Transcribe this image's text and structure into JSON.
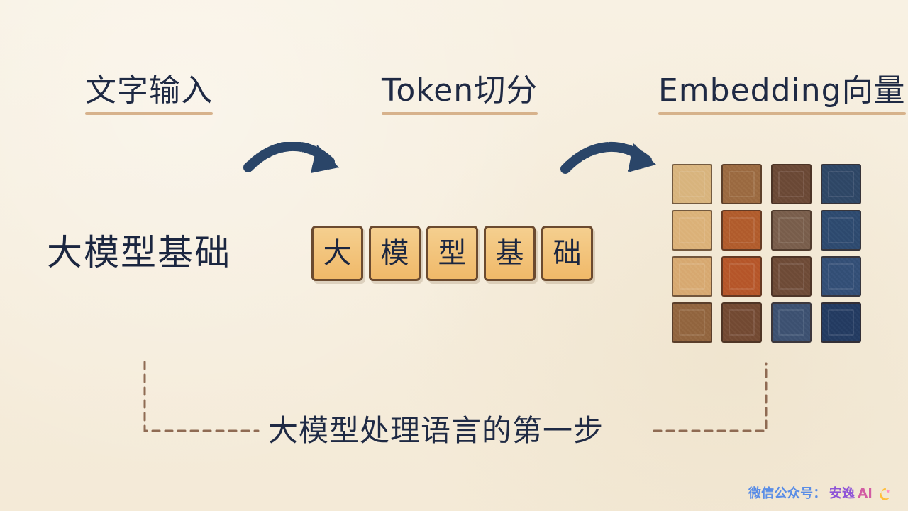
{
  "labels": {
    "text_input": "文字输入",
    "token_split": "Token切分",
    "embedding_vector": "Embedding向量"
  },
  "input_text": "大模型基础",
  "tokens": [
    "大",
    "模",
    "型",
    "基",
    "础"
  ],
  "embedding_grid": {
    "colors": [
      [
        "#d9b57f",
        "#9c6b41",
        "#6c4936",
        "#2f4767"
      ],
      [
        "#dcb27a",
        "#b15d2d",
        "#7a5f4c",
        "#2e4a70"
      ],
      [
        "#d8aa72",
        "#b6572a",
        "#6f4b37",
        "#334f77"
      ],
      [
        "#93663f",
        "#744a33",
        "#3d5272",
        "#243b62"
      ]
    ]
  },
  "caption": "大模型处理语言的第一步",
  "watermark": {
    "label": "微信公众号：",
    "brand": "安逸",
    "ai": "Ai",
    "icon": "moon-star-icon"
  },
  "colors": {
    "background": "#f6efdf",
    "text": "#1f2a44",
    "arrow": "#2b4568",
    "underline": "#d3ab82",
    "dashed_line": "#8f6b53",
    "token_fill": "#f2c27a",
    "token_border": "#6b4a2f"
  }
}
